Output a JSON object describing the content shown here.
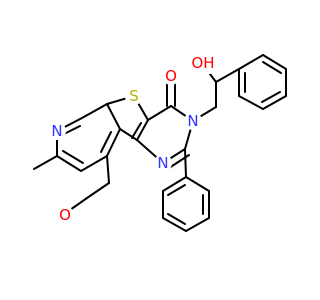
{
  "colors": {
    "bond": "#000000",
    "carbon": "#000000",
    "nitrogen": "#3333ff",
    "oxygen": "#ff0000",
    "sulfur": "#b2b200",
    "background": "#ffffff"
  },
  "atoms": {
    "S": "S",
    "O_carbonyl": "O",
    "O_hydroxyl": "OH",
    "O_methoxy": "O",
    "N_pyridine": "N",
    "N_amide": "N",
    "N_imine": "N"
  }
}
